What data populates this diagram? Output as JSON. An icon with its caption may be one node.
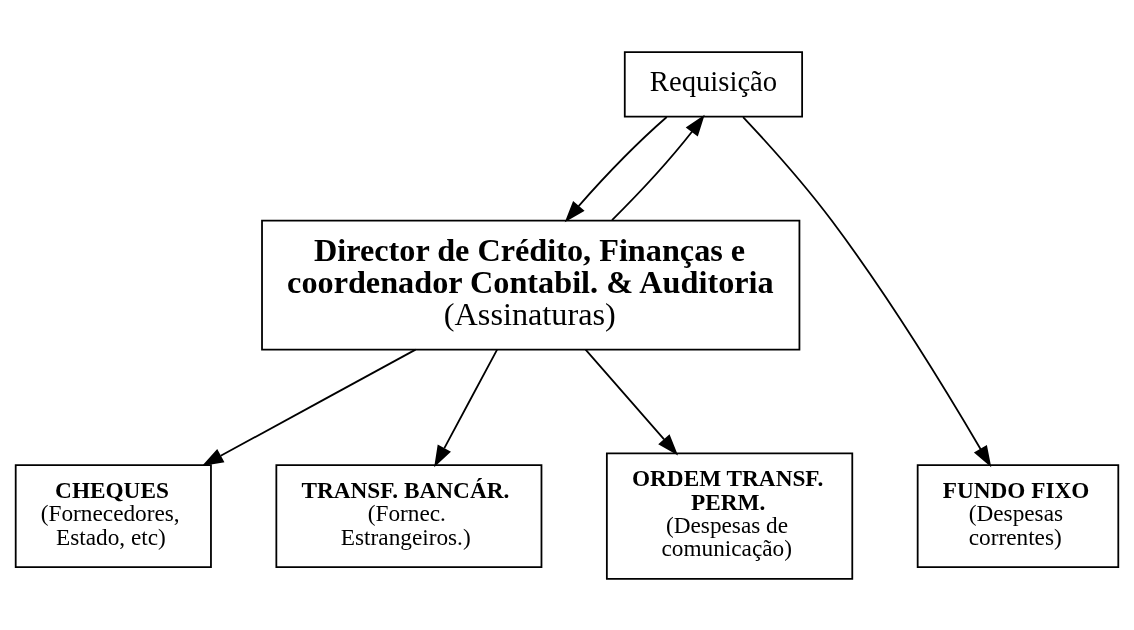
{
  "diagram": {
    "nodes": [
      {
        "text": [
          "Director de Crédito, Finanças e coordenador Contabil. & Auditoria",
          "(Assinaturas)"
        ]
      },
      {
        "text": [
          "Requisição"
        ]
      },
      {
        "text": [
          "FUNDO FIXO",
          "(Despesas correntes)"
        ]
      },
      {
        "text": [
          "CHEQUES",
          "(Fornecedores, Estado, etc)"
        ]
      },
      {
        "text": [
          "TRANSF. BANCÁR.",
          "(Fornec. Estrangeiros.)"
        ]
      },
      {
        "text": [
          "ORDEM TRANSF. PERM.",
          "(Despesas de comunicação)"
        ]
      }
    ],
    "edges": [
      {
        "from": 1,
        "to": 0,
        "arrow": "to"
      },
      {
        "from": 0,
        "to": 1,
        "arrow": "to"
      },
      {
        "from": 1,
        "to": 2,
        "arrow": "to"
      },
      {
        "from": 0,
        "to": 3,
        "arrow": "to"
      },
      {
        "from": 0,
        "to": 4,
        "arrow": "to"
      },
      {
        "from": 0,
        "to": 5,
        "arrow": "to"
      }
    ]
  }
}
